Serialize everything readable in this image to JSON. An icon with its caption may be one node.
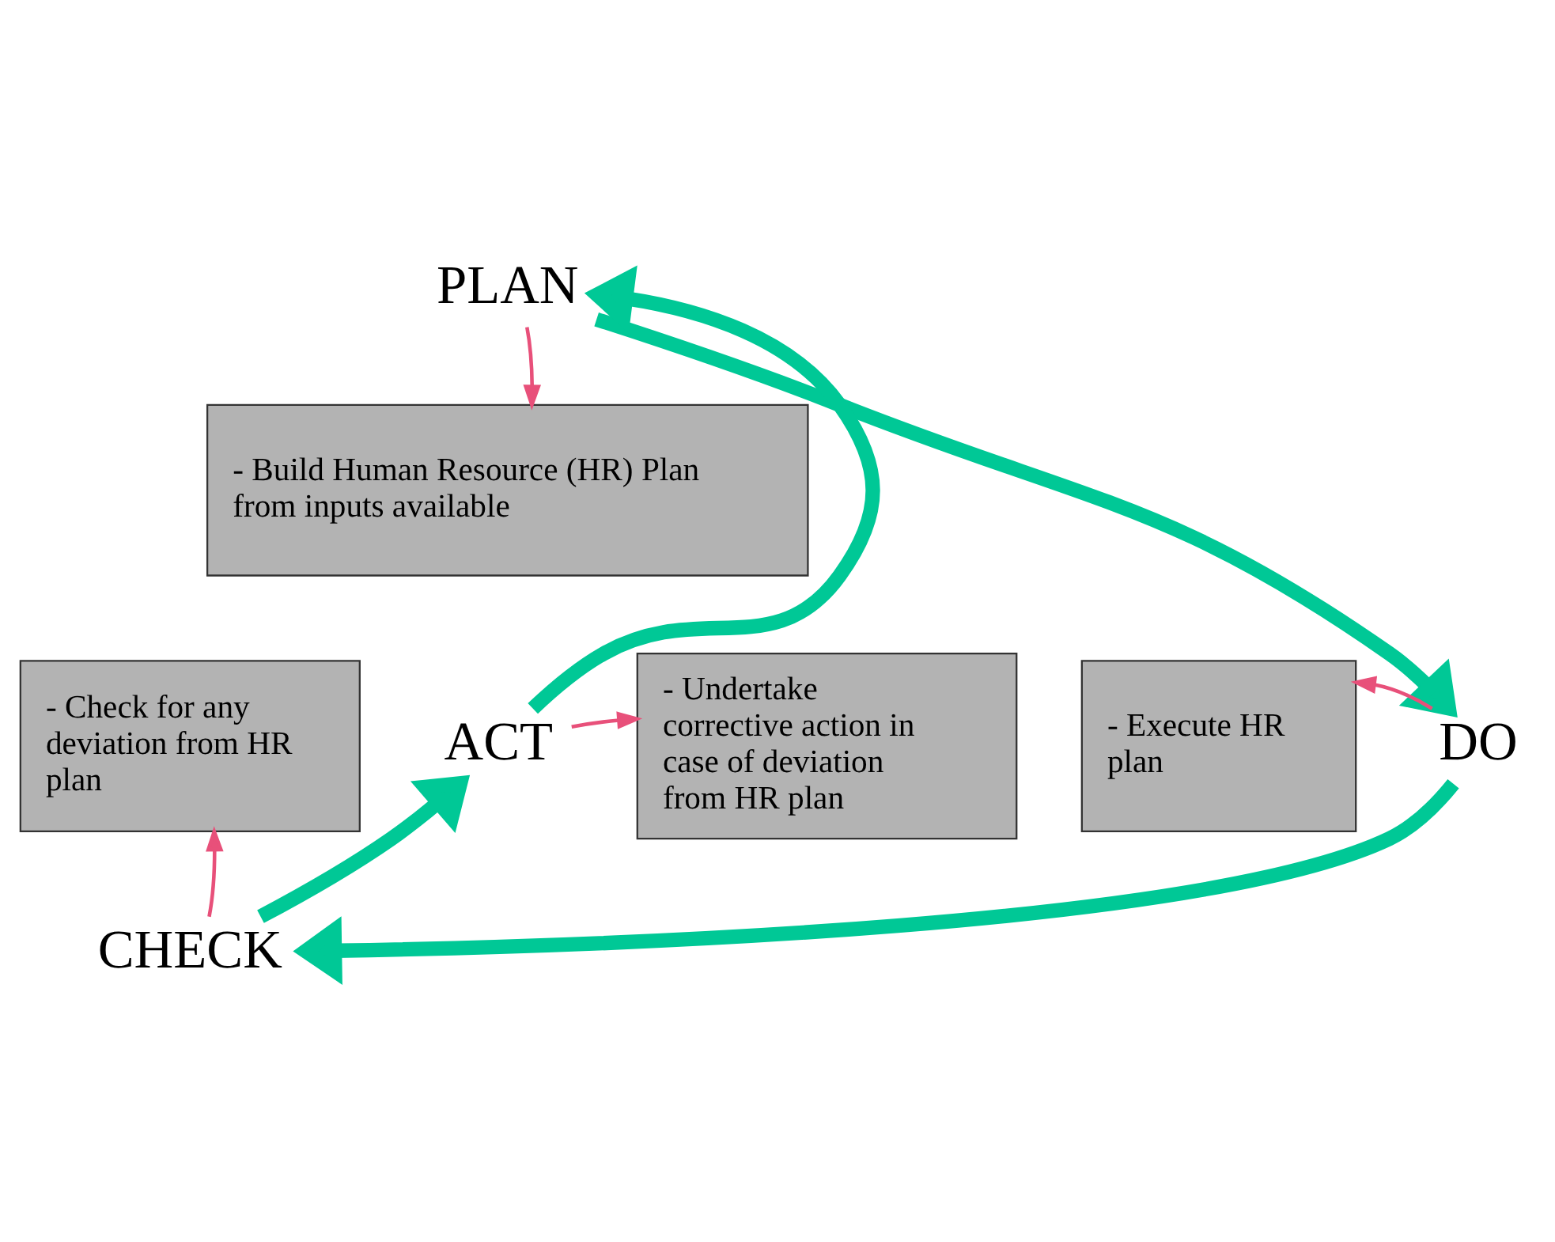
{
  "diagram": {
    "nodes": [
      {
        "text": [
          "PLAN"
        ]
      },
      {
        "text": [
          "- Build Human Resource (HR) Plan from inputs available"
        ]
      },
      {
        "text": [
          "ACT"
        ]
      },
      {
        "text": [
          "- Undertake corrective action in case of deviation from HR plan"
        ]
      },
      {
        "text": [
          "- Execute HR plan"
        ]
      },
      {
        "text": [
          "DO"
        ]
      },
      {
        "text": [
          "- Check for any deviation from HR plan"
        ]
      },
      {
        "text": [
          "CHECK"
        ]
      }
    ],
    "edges": [
      {
        "from": 0,
        "to": 1,
        "arrow": "to",
        "color": "#e8507a"
      },
      {
        "from": 2,
        "to": 3,
        "arrow": "to",
        "color": "#e8507a"
      },
      {
        "from": 5,
        "to": 4,
        "arrow": "to",
        "color": "#e8507a"
      },
      {
        "from": 7,
        "to": 6,
        "arrow": "to",
        "color": "#e8507a"
      },
      {
        "from": 0,
        "to": 5,
        "arrow": "to",
        "style": "thick",
        "color": "#00c896"
      },
      {
        "from": 5,
        "to": 7,
        "arrow": "to",
        "style": "thick",
        "color": "#00c896"
      },
      {
        "from": 7,
        "to": 2,
        "arrow": "to",
        "style": "thick",
        "color": "#00c896"
      },
      {
        "from": 2,
        "to": 0,
        "arrow": "to",
        "style": "thick",
        "color": "#00c896"
      }
    ]
  }
}
